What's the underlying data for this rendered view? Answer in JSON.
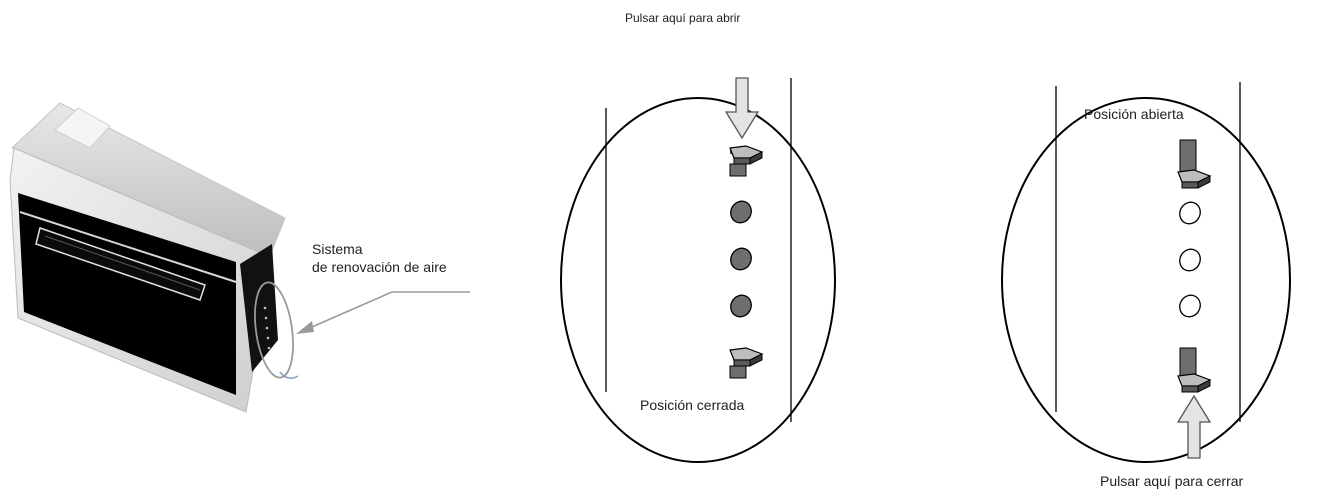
{
  "labels": {
    "air_system_line1": "Sistema",
    "air_system_line2": "de renovación de aire",
    "press_to_open": "Pulsar aquí para abrir",
    "closed_position": "Posición cerrada",
    "open_position": "Posición abierta",
    "press_to_close": "Pulsar aquí para cerrar"
  },
  "colors": {
    "unit_black": "#000000",
    "unit_frame": "#e6e6e6",
    "closed_hole": "#6e6e6e",
    "slider_fill": "#7a7a7a",
    "arrow_fill": "#e4e4e4",
    "outline": "#000000",
    "leader_line": "#9a9a9a"
  },
  "icons": {
    "open_arrow": "arrow-down-icon",
    "close_arrow": "arrow-up-icon"
  }
}
